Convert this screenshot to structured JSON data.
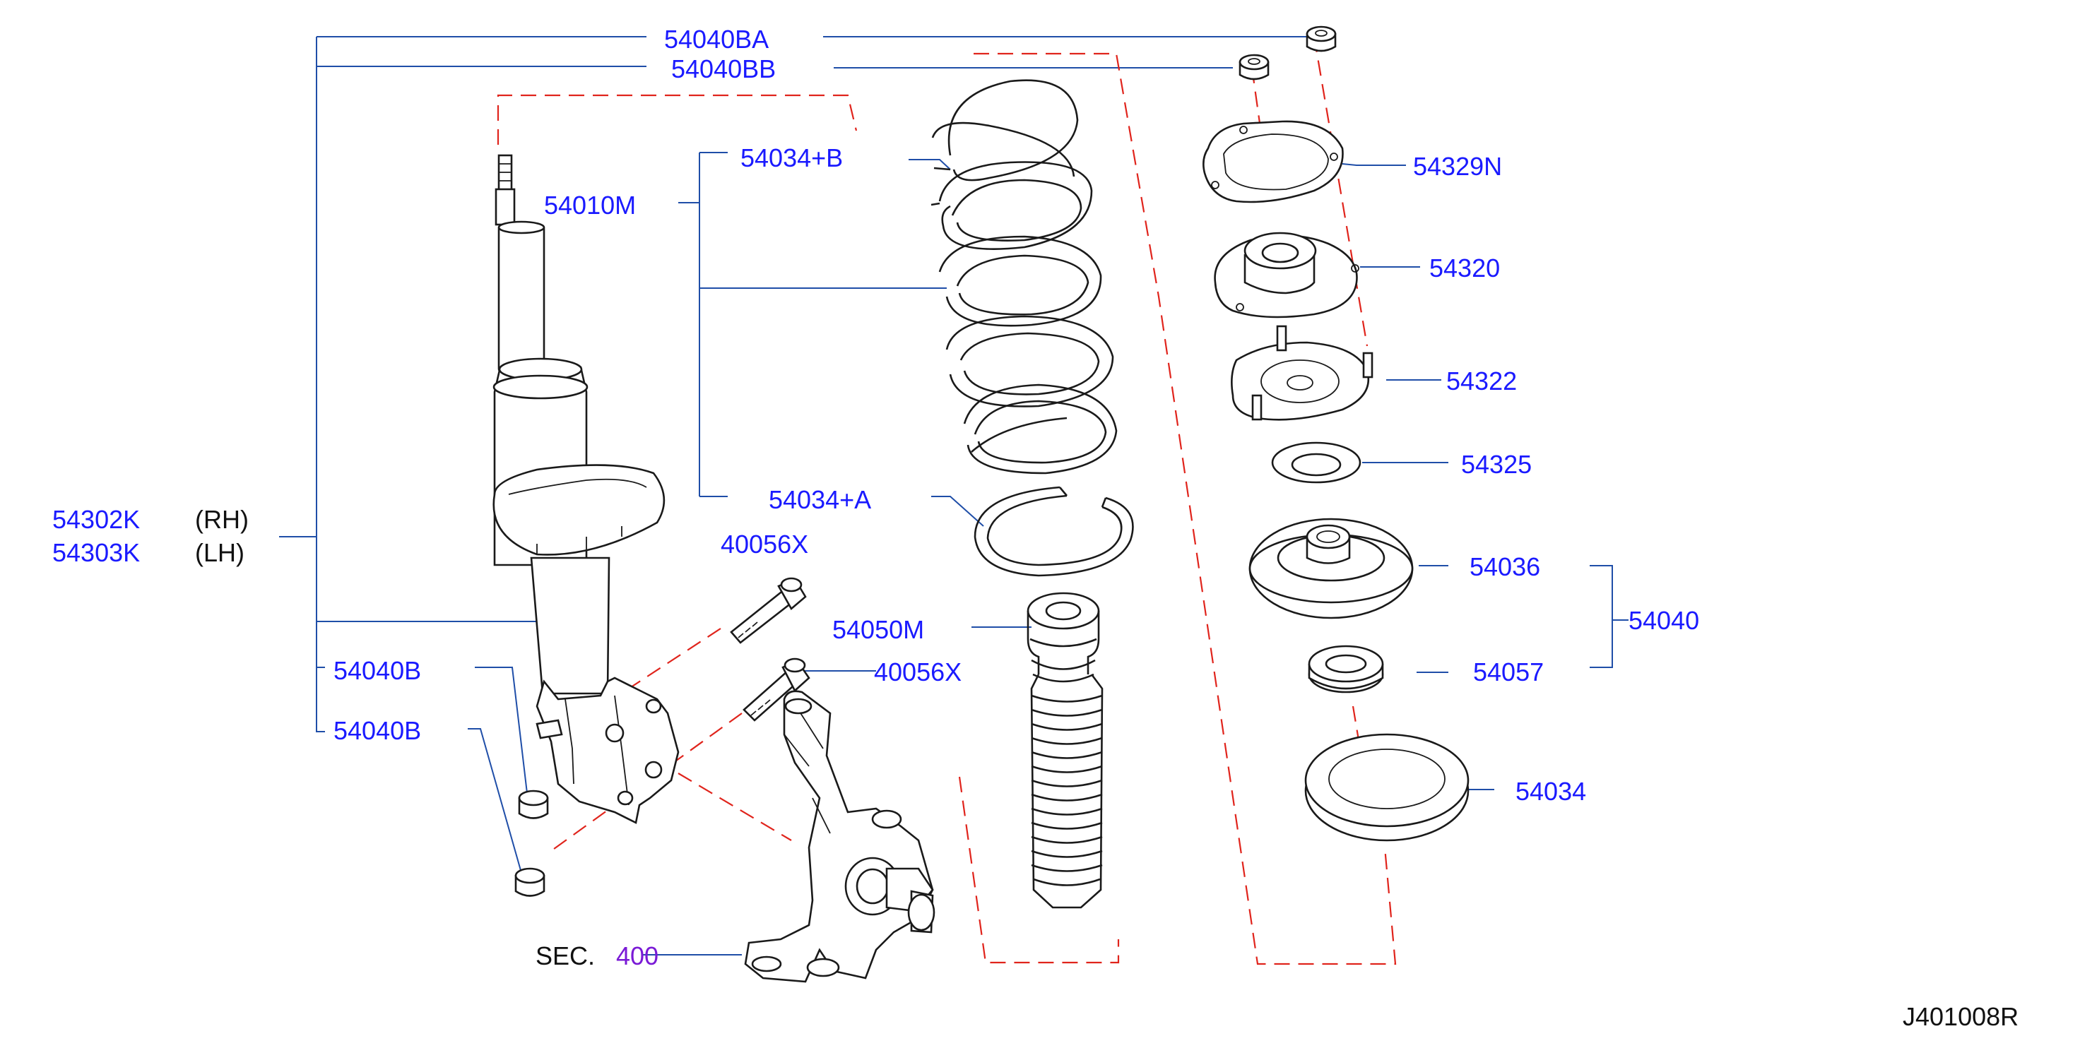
{
  "diagram_id": "J401008R",
  "colors": {
    "label": "#1a1aff",
    "leader": "#1f4ea8",
    "dashed": "#e0241c",
    "section_ref": "#7a1ad6",
    "parts": "#1a1a1a"
  },
  "labels": {
    "l54040BA": "54040BA",
    "l54040BB": "54040BB",
    "l54034B": "54034+B",
    "l54010M": "54010M",
    "l54329N": "54329N",
    "l54320": "54320",
    "l54322": "54322",
    "l54325": "54325",
    "l54034A": "54034+A",
    "l54302K": "54302K",
    "rh": "(RH)",
    "l54303K": "54303K",
    "lh": "(LH)",
    "l40056X_top": "40056X",
    "l54036": "54036",
    "l54050M": "54050M",
    "l54040": "54040",
    "l54040B_top": "54040B",
    "l40056X_mid": "40056X",
    "l54057": "54057",
    "l54040B_bot": "54040B",
    "l54034": "54034",
    "sec_prefix": "SEC.",
    "sec_number": "400"
  }
}
